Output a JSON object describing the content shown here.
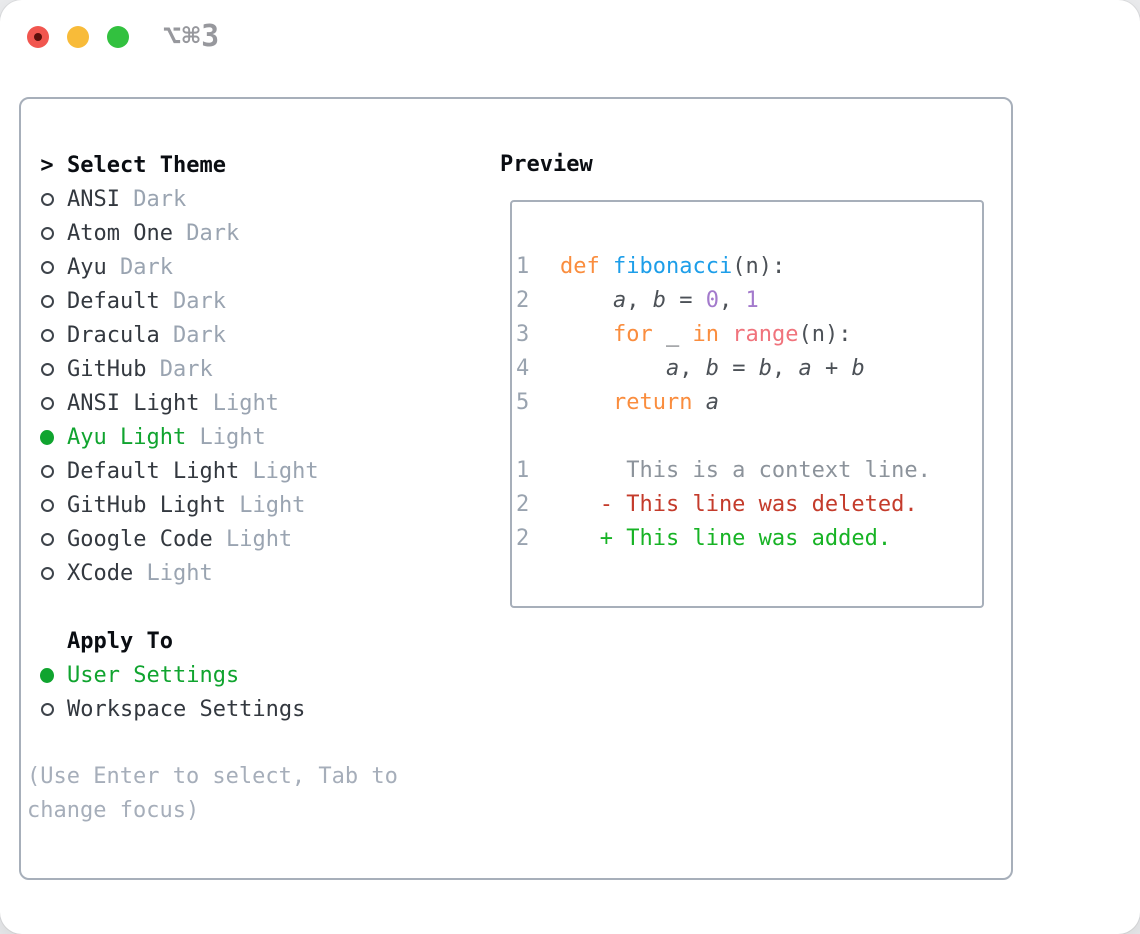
{
  "window": {
    "shortcut": "⌥⌘3",
    "traffic_lights": [
      "close",
      "minimize",
      "zoom"
    ]
  },
  "theme_picker": {
    "prompt": ">",
    "title": "Select Theme",
    "themes": [
      {
        "name": "ANSI",
        "variant": "Dark",
        "selected": false
      },
      {
        "name": "Atom One",
        "variant": "Dark",
        "selected": false
      },
      {
        "name": "Ayu",
        "variant": "Dark",
        "selected": false
      },
      {
        "name": "Default",
        "variant": "Dark",
        "selected": false
      },
      {
        "name": "Dracula",
        "variant": "Dark",
        "selected": false
      },
      {
        "name": "GitHub",
        "variant": "Dark",
        "selected": false
      },
      {
        "name": "ANSI Light",
        "variant": "Light",
        "selected": false
      },
      {
        "name": "Ayu Light",
        "variant": "Light",
        "selected": true
      },
      {
        "name": "Default Light",
        "variant": "Light",
        "selected": false
      },
      {
        "name": "GitHub Light",
        "variant": "Light",
        "selected": false
      },
      {
        "name": "Google Code",
        "variant": "Light",
        "selected": false
      },
      {
        "name": "XCode",
        "variant": "Light",
        "selected": false
      }
    ],
    "apply_to": {
      "title": "Apply To",
      "options": [
        {
          "name": "User Settings",
          "selected": true
        },
        {
          "name": "Workspace Settings",
          "selected": false
        }
      ]
    },
    "help": [
      "(Use Enter to select, Tab to",
      "change focus)"
    ]
  },
  "preview": {
    "label": "Preview",
    "lines": [
      {
        "num": "1",
        "segments": [
          {
            "t": "def ",
            "c": "keyword"
          },
          {
            "t": "fibonacci",
            "c": "function"
          },
          {
            "t": "(n):",
            "c": "default"
          }
        ]
      },
      {
        "num": "2",
        "segments": [
          {
            "t": "    ",
            "c": "default"
          },
          {
            "t": "a",
            "c": "var"
          },
          {
            "t": ", ",
            "c": "default"
          },
          {
            "t": "b",
            "c": "var"
          },
          {
            "t": " = ",
            "c": "default"
          },
          {
            "t": "0",
            "c": "number"
          },
          {
            "t": ", ",
            "c": "default"
          },
          {
            "t": "1",
            "c": "number"
          }
        ]
      },
      {
        "num": "3",
        "segments": [
          {
            "t": "    ",
            "c": "default"
          },
          {
            "t": "for",
            "c": "keyword"
          },
          {
            "t": " _ ",
            "c": "default"
          },
          {
            "t": "in",
            "c": "keyword"
          },
          {
            "t": " ",
            "c": "default"
          },
          {
            "t": "range",
            "c": "range"
          },
          {
            "t": "(n):",
            "c": "default"
          }
        ]
      },
      {
        "num": "4",
        "segments": [
          {
            "t": "        ",
            "c": "default"
          },
          {
            "t": "a",
            "c": "var"
          },
          {
            "t": ", ",
            "c": "default"
          },
          {
            "t": "b",
            "c": "var"
          },
          {
            "t": " = ",
            "c": "default"
          },
          {
            "t": "b",
            "c": "var"
          },
          {
            "t": ", ",
            "c": "default"
          },
          {
            "t": "a",
            "c": "var"
          },
          {
            "t": " + ",
            "c": "default"
          },
          {
            "t": "b",
            "c": "var"
          }
        ]
      },
      {
        "num": "5",
        "segments": [
          {
            "t": "    ",
            "c": "default"
          },
          {
            "t": "return",
            "c": "keyword"
          },
          {
            "t": " ",
            "c": "default"
          },
          {
            "t": "a",
            "c": "var"
          }
        ]
      },
      {
        "num": "",
        "segments": []
      },
      {
        "num": "1",
        "segments": [
          {
            "t": "     This is a context line.",
            "c": "context"
          }
        ]
      },
      {
        "num": "2",
        "segments": [
          {
            "t": "   - This line was deleted.",
            "c": "deleted"
          }
        ]
      },
      {
        "num": "2",
        "segments": [
          {
            "t": "   + This line was added.",
            "c": "added"
          }
        ]
      }
    ]
  },
  "colors": {
    "selected_green": "#10a42f",
    "theme_name": "#33383f",
    "variant_gray": "#9aa4b1",
    "help_gray": "#a6aeba",
    "panel_border": "#a7afba",
    "gutter": "#99a3af",
    "code_default": "#4c5157",
    "keyword_orange": "#fa8d3e",
    "function_blue": "#1d9ee9",
    "number_purple": "#a37acc",
    "range_coral": "#f0737c",
    "context_gray": "#8c939b",
    "deleted_red": "#c43b2b",
    "added_green": "#17b325",
    "traffic_red": "#f1564f",
    "traffic_yellow": "#f8bb39",
    "traffic_green": "#32c13f"
  }
}
